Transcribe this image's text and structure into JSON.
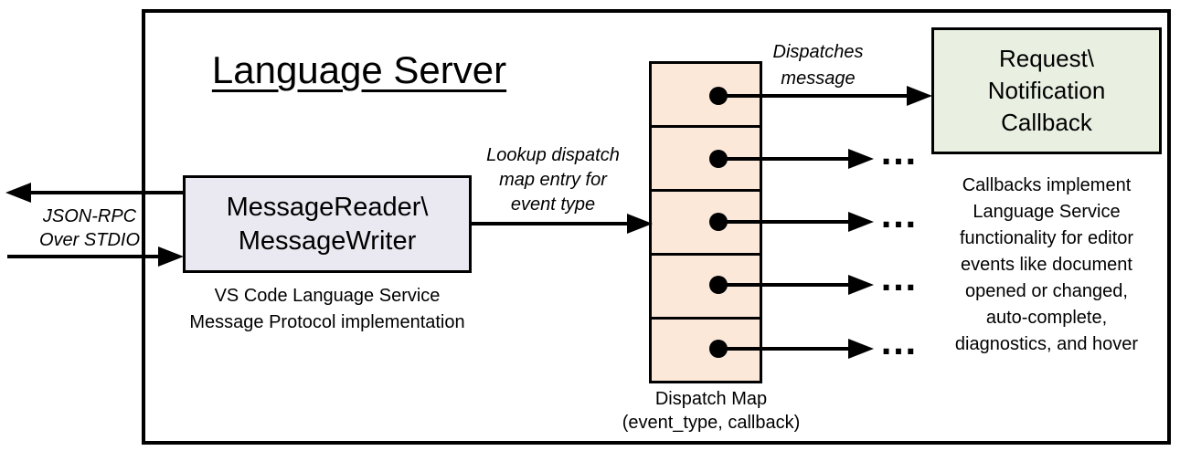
{
  "diagram": {
    "title": "Language Server",
    "io_label": [
      "JSON-RPC",
      "Over STDIO"
    ],
    "message_box": [
      "MessageReader\\",
      "MessageWriter"
    ],
    "message_box_caption": [
      "VS Code Language Service",
      "Message Protocol implementation"
    ],
    "lookup_label": [
      "Lookup dispatch",
      "map entry for",
      "event type"
    ],
    "dispatches_label": [
      "Dispatches",
      "message"
    ],
    "callback_box": [
      "Request\\",
      "Notification",
      "Callback"
    ],
    "callbacks_note": [
      "Callbacks implement",
      "Language Service",
      "functionality for editor",
      "events like document",
      "opened or changed,",
      "auto-complete,",
      "diagnostics, and hover"
    ],
    "dispatch_map_label": [
      "Dispatch Map",
      "(event_type, callback)"
    ],
    "ellipsis": "…",
    "colors": {
      "message_box_fill": "#eae8f0",
      "dispatch_cell_fill": "#fce8d9",
      "callback_box_fill": "#e9f0e2",
      "line": "#000000",
      "background": "#ffffff"
    }
  }
}
